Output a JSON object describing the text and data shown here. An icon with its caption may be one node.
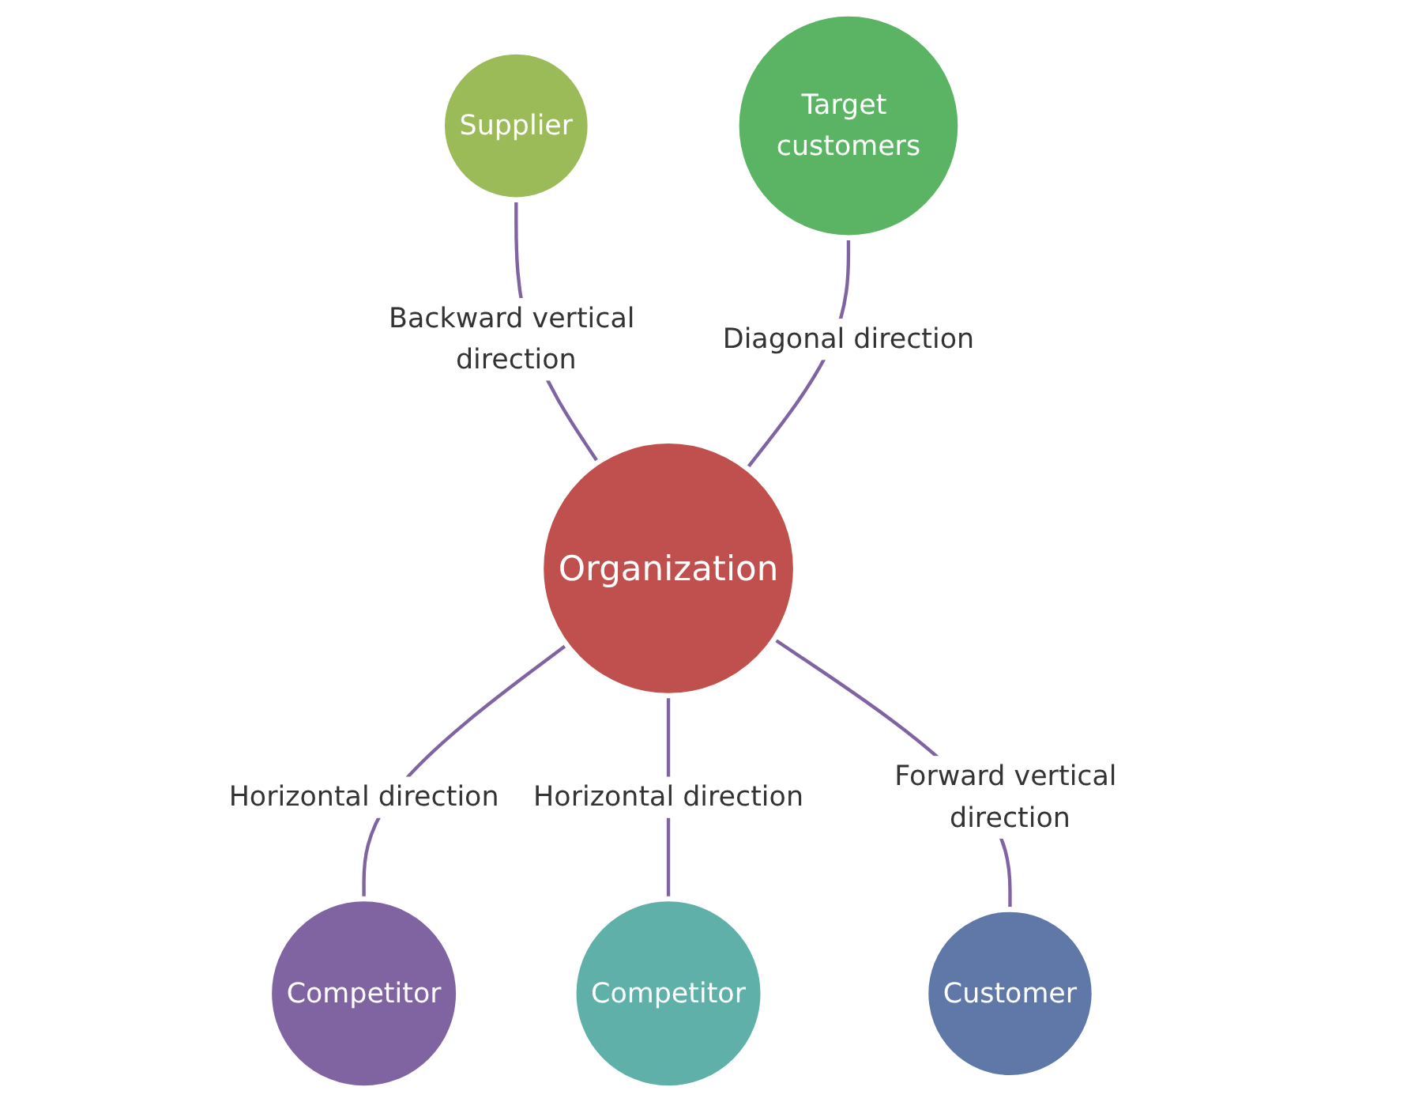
{
  "diagram": {
    "nodes": [
      {
        "text": [
          "Supplier"
        ]
      },
      {
        "text": [
          "Target customers"
        ]
      },
      {
        "text": [
          "Competitor"
        ]
      },
      {
        "text": [
          "Organization"
        ]
      },
      {
        "text": [
          "Competitor"
        ]
      },
      {
        "text": [
          "Customer"
        ]
      }
    ],
    "edges": [
      {
        "from": 3,
        "to": 0,
        "arrow": "none",
        "label": "Backward vertical direction"
      },
      {
        "from": 3,
        "to": 1,
        "arrow": "none",
        "label": "Diagonal direction"
      },
      {
        "from": 3,
        "to": 2,
        "arrow": "none",
        "label": "Horizontal direction"
      },
      {
        "from": 3,
        "to": 4,
        "arrow": "none",
        "label": "Horizontal direction"
      },
      {
        "from": 3,
        "to": 5,
        "arrow": "none",
        "label": "Forward vertical direction"
      }
    ]
  }
}
